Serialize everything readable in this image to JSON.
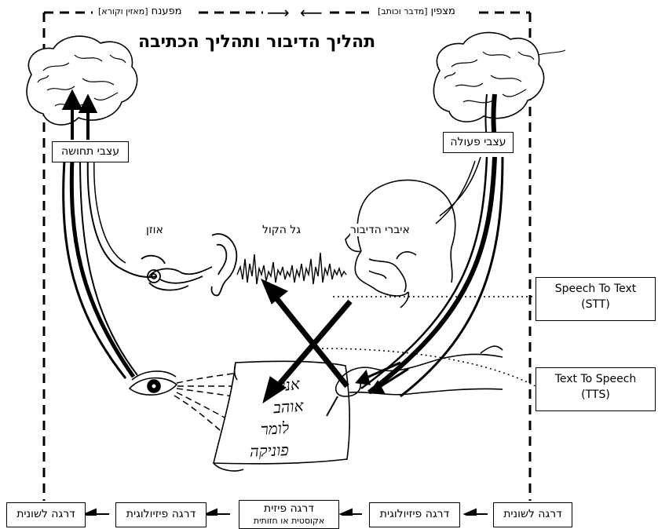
{
  "title": "תהליך הדיבור ותהליך הכתיבה",
  "top": {
    "receiver": "מפענח",
    "receiver_roles": "[מאזין וקורא]",
    "sender": "מצפין",
    "sender_roles": "[מדבר וכותב]"
  },
  "labels": {
    "sensory_nerves": "עצבי תחושה",
    "motor_nerves": "עצבי פעולה",
    "ear": "אוזן",
    "sound_wave": "גל הקול",
    "speech_organs": "איברי הדיבור"
  },
  "handwriting": [
    "אני",
    "אוהב",
    "לומר",
    "פוניקה"
  ],
  "legend": {
    "stt_line1": "Speech To Text",
    "stt_line2": "(STT)",
    "tts_line1": "Text To Speech",
    "tts_line2": "(TTS)"
  },
  "stages": [
    {
      "text": "דרגה לשונית",
      "sub": ""
    },
    {
      "text": "דרגה פיזיולוגית",
      "sub": ""
    },
    {
      "text": "דרגה פיזית",
      "sub": "אקוסטית או חזותית"
    },
    {
      "text": "דרגה פיזיולוגית",
      "sub": ""
    },
    {
      "text": "דרגה לשונית",
      "sub": ""
    }
  ]
}
